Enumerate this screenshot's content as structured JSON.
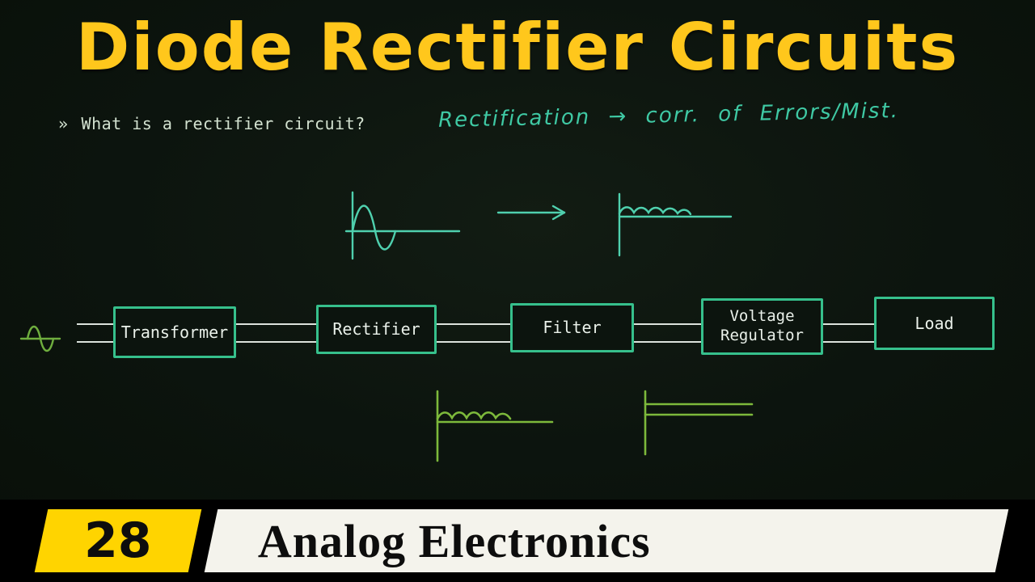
{
  "title": "Diode Rectifier Circuits",
  "question": {
    "marker": "»",
    "text": "What is a rectifier circuit?"
  },
  "note": "Rectification → corr. of Errors/Mist.",
  "block_diagram": {
    "blocks": [
      "Transformer",
      "Rectifier",
      "Filter",
      "Voltage Regulator",
      "Load"
    ]
  },
  "banner": {
    "number": "28",
    "series": "Analog Electronics"
  },
  "icons": {
    "input_ac": "ac-sine-waveform",
    "arrow": "right-arrow-icon",
    "output_dc": "rectified-ripple-waveform",
    "diagram_input": "input-sine-icon",
    "filtered": "ripple-dc-waveform",
    "regulated": "regulated-dc-waveform"
  },
  "colors": {
    "background": "#0c140e",
    "title_yellow": "#ffc71c",
    "teal": "#4fd0ae",
    "box_border": "#36c08c",
    "green": "#7db93b",
    "bus_line": "#dce2dc",
    "banner_yellow": "#ffd400",
    "banner_white": "#f4f3ec",
    "banner_black": "#000000"
  }
}
